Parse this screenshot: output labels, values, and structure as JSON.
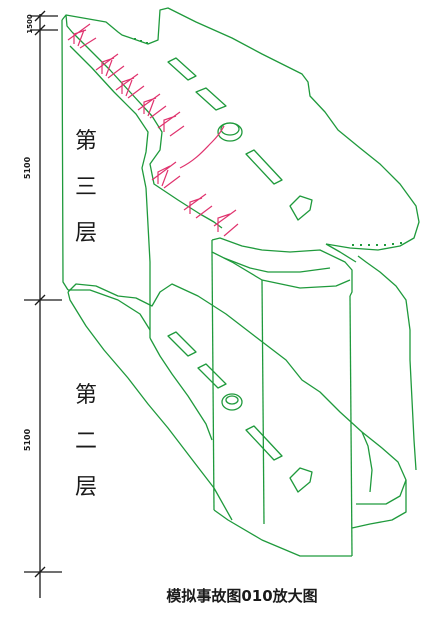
{
  "dimensions": {
    "top": "1500",
    "upper": "5100",
    "lower": "5100"
  },
  "floors": {
    "third": [
      "第",
      "三",
      "层"
    ],
    "second": [
      "第",
      "二",
      "层"
    ]
  },
  "caption": "模拟事故图010放大图",
  "colors": {
    "outline": "#1f9a3c",
    "support": "#e0336e",
    "ink": "#1a1a1a"
  }
}
